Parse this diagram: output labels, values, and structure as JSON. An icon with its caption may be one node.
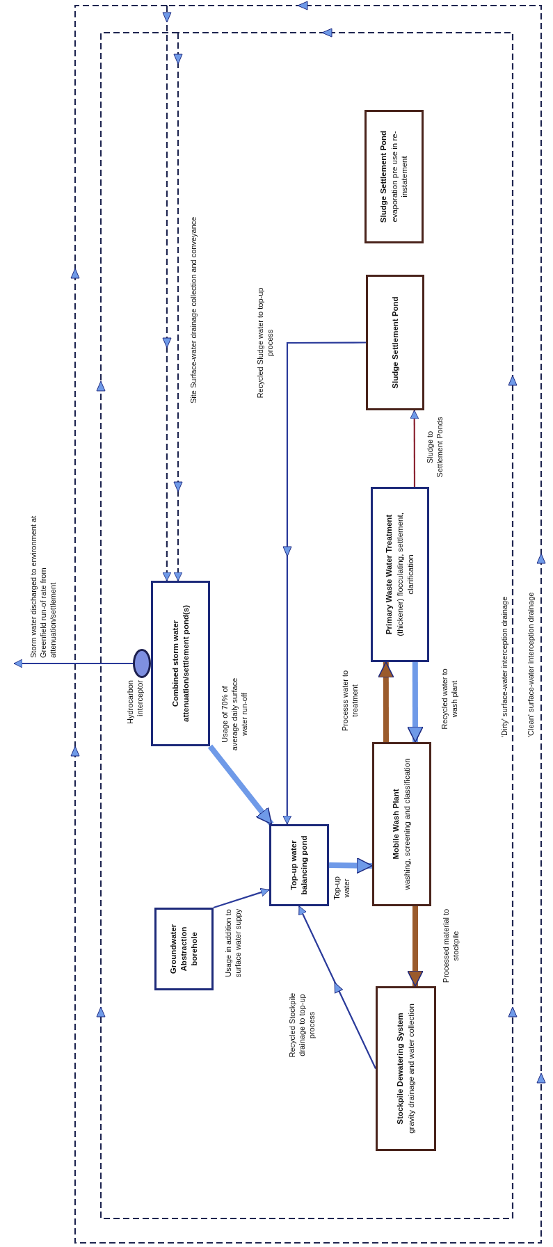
{
  "diagram": {
    "nodes": [
      {
        "text": [
          "Stockpile Dewatering System",
          "gravity drainage and water collection"
        ]
      },
      {
        "text": [
          "Groundwater Abstraction borehole"
        ]
      },
      {
        "text": [
          "Top-up water balancing pond"
        ]
      },
      {
        "text": [
          "Mobile Wash Plant",
          "washing, screening and classification"
        ]
      },
      {
        "text": [
          "Combined storm water attenuation/settlement pond(s)"
        ]
      },
      {
        "text": [],
        "shape": "ellipse",
        "beside": [
          "Hydrocarbon interceptor"
        ]
      },
      {
        "text": [
          "Primary Waste Water Treatment",
          "(thickener) flocculating, settlement, clarification"
        ]
      },
      {
        "text": [
          "Sludge Settlement Pond"
        ]
      },
      {
        "text": [
          "Sludge Settlement Pond",
          "evaporation pre use in re-instatement"
        ]
      }
    ],
    "edges": [
      {
        "from": null,
        "to": 4,
        "arrow": "to",
        "style": "dashed",
        "color": "#1e2550"
      },
      {
        "from": null,
        "to": 4,
        "arrow": "to",
        "style": "dashed",
        "color": "#1e2550"
      },
      {
        "from": 5,
        "to": null,
        "arrow": "to",
        "label": "Storm water discharged to environment at Greenfield run-of rate from attenuation/settlement"
      },
      {
        "from": 4,
        "to": 2,
        "arrow": "to",
        "style": "thick",
        "color": "#6f9ae8",
        "label": "Usage of 70% of average daily surface water run-off"
      },
      {
        "from": 1,
        "to": 2,
        "arrow": "to",
        "label": "Usage in addition to surface water suppy"
      },
      {
        "from": 0,
        "to": 2,
        "arrow": "to",
        "label": "Recycled Stockpile drainage to top-up process"
      },
      {
        "from": 2,
        "to": 3,
        "arrow": "to",
        "style": "thick",
        "color": "#6f9ae8",
        "label": "Top-up water"
      },
      {
        "from": 3,
        "to": 6,
        "arrow": "to",
        "style": "thick",
        "color": "#9b5b2c",
        "label": "Processs water to treatment"
      },
      {
        "from": 6,
        "to": 3,
        "arrow": "to",
        "style": "thick",
        "color": "#6f9ae8",
        "label": "Recycled water to wash plant"
      },
      {
        "from": 3,
        "to": 0,
        "arrow": "to",
        "style": "thick",
        "color": "#9b5b2c",
        "label": "Processed material to stockpile"
      },
      {
        "from": 6,
        "to": 7,
        "arrow": "to",
        "color": "#8b2432",
        "label": "Sludge to Settlement Ponds"
      },
      {
        "from": 7,
        "to": 2,
        "arrow": "to",
        "label": "Recycled Sludge water to top-up process"
      }
    ],
    "labels": [
      "Site Surface-water drainage collection and conveyance",
      "'Dirty' surface-water interception drainage",
      "'Clean' surface-water interception drainage"
    ]
  }
}
